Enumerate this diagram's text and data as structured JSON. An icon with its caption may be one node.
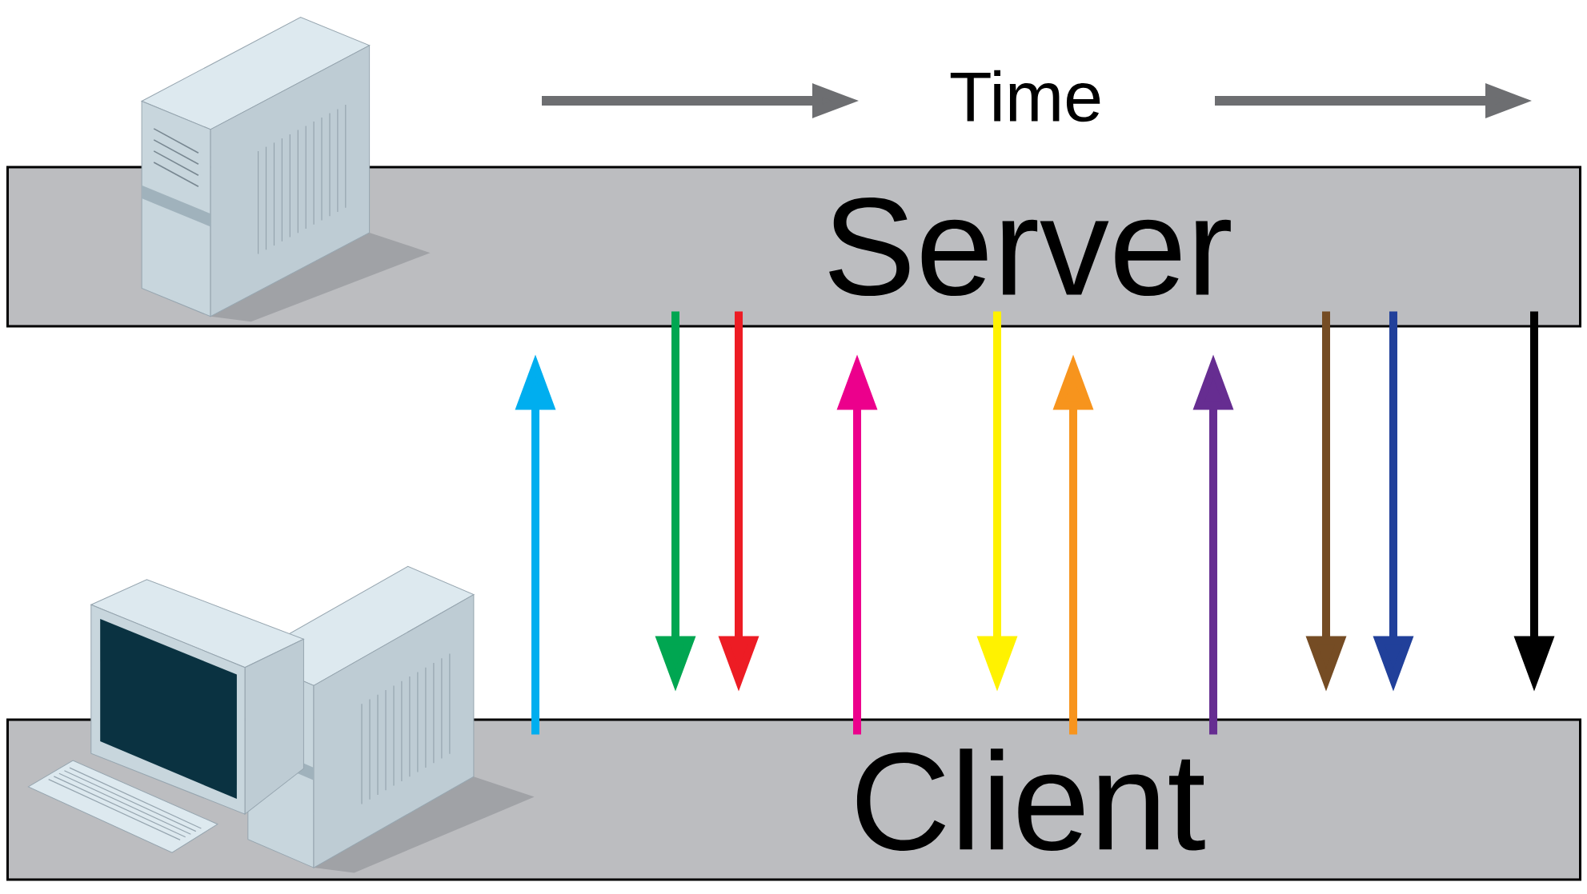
{
  "diagram": {
    "nodes": [
      {
        "text": [
          "Server"
        ]
      },
      {
        "text": [
          "Client"
        ]
      }
    ],
    "edges": [
      {
        "from": 1,
        "to": 0,
        "arrow": "to",
        "color": "#00aeef"
      },
      {
        "from": 0,
        "to": 1,
        "arrow": "to",
        "color": "#00a651"
      },
      {
        "from": 0,
        "to": 1,
        "arrow": "to",
        "color": "#ed1c24"
      },
      {
        "from": 1,
        "to": 0,
        "arrow": "to",
        "color": "#ec008c"
      },
      {
        "from": 0,
        "to": 1,
        "arrow": "to",
        "color": "#fff200"
      },
      {
        "from": 1,
        "to": 0,
        "arrow": "to",
        "color": "#f7941d"
      },
      {
        "from": 1,
        "to": 0,
        "arrow": "to",
        "color": "#662d91"
      },
      {
        "from": 0,
        "to": 1,
        "arrow": "to",
        "color": "#754c24"
      },
      {
        "from": 0,
        "to": 1,
        "arrow": "to",
        "color": "#21409a"
      },
      {
        "from": 0,
        "to": 1,
        "arrow": "to",
        "color": "#000000"
      }
    ],
    "labels": [
      "Time"
    ]
  }
}
